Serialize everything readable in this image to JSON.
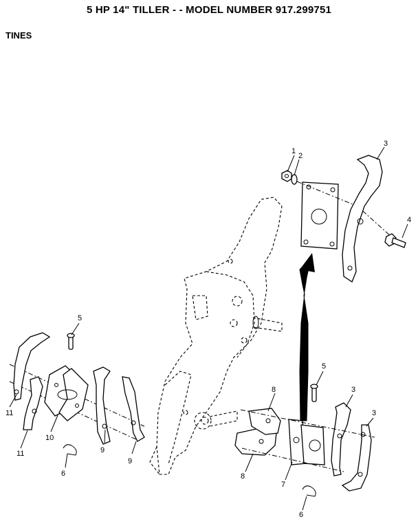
{
  "header": {
    "title": "5 HP  14\" TILLER - - MODEL NUMBER 917.299751",
    "section": "TINES"
  },
  "callouts": [
    "1",
    "2",
    "3",
    "4",
    "5",
    "5",
    "3",
    "3",
    "6",
    "6",
    "7",
    "8",
    "8",
    "9",
    "9",
    "10",
    "11",
    "11"
  ]
}
